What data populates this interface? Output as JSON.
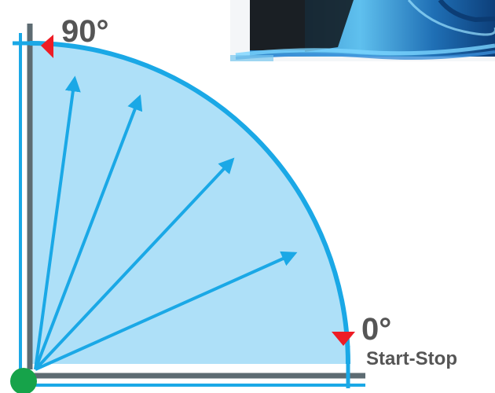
{
  "labels": {
    "max_angle": "90°",
    "min_angle": "0°",
    "position_caption": "Start-Stop"
  },
  "colors": {
    "sector_fill": "#aee0f8",
    "arc_and_arrows": "#1aa8e6",
    "axes": "#5d6b72",
    "origin_dot": "#16a34a",
    "endpoint_markers": "#ee1c25",
    "label_text": "#555555"
  },
  "icons": {
    "origin": "green-dot",
    "endpoints": "red-triangle-markers",
    "inset": "blue-flow-simulation-photo"
  },
  "rays": {
    "count": 4,
    "angles_deg": [
      22.5,
      45,
      67.5,
      81
    ]
  }
}
